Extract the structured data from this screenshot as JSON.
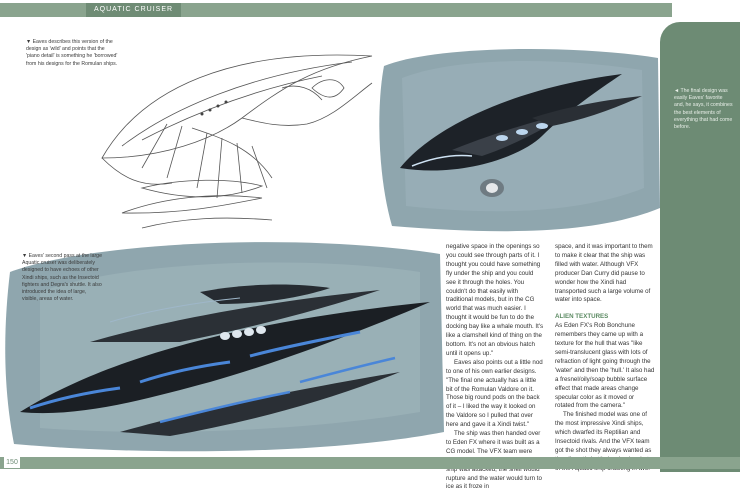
{
  "header": {
    "section_tag": "AQUATIC CRUISER"
  },
  "captions": {
    "sketch": "▼ Eaves describes this version of the design as 'wild' and points that the 'piano detail' is something he 'borrowed' from his designs for the Romulan ships.",
    "painting": "▼ Eaves' second pass at the large Aquatic cruiser was deliberately designed to have echoes of other Xindi ships, such as the Insectoid fighters and Degra's shuttle. It also introduced the idea of large, visible, areas of water.",
    "side": "◄ The final design was easily Eaves' favorite and, he says, it combines the best elements of everything that had come before."
  },
  "body": {
    "col1_paragraphs": [
      "negative space in the openings so you could see through parts of it. I thought you could have something fly under the ship and you could see it through the holes. You couldn't do that easily with traditional models, but in the CG world that was much easier. I thought it would be fun to do the docking bay like a whale mouth. It's like a clamshell kind of thing on the bottom. It's not an obvious hatch until it opens up.\"",
      "Eaves also points out a little nod to one of his own earlier designs. \"The final one actually has a little bit of the Romulan Valdore on it. Those big round pods on the back of it – I liked the way it looked on the Valdore so I pulled that over here and gave it a Xindi twist.\"",
      "The ship was then handed over to Eden FX where it was built as a CG model. The VFX team were excited by the idea that when the ship was attacked, the shell would rupture and the water would turn to ice as it froze in"
    ],
    "col2_paragraphs": [
      "space, and it was important to them to make it clear that the ship was filled with water. Although VFX producer Dan Curry did pause to wonder how the Xindi had transported such a large volume of water into space."
    ],
    "section_heading": "ALIEN TEXTURES",
    "col2_after_heading": [
      "As Eden FX's Rob Bonchune remembers they came up with a texture for the hull that was \"like semi-translucent glass with lots of refraction of light going through the 'water' and then the 'hull.' It also had a fresnel/oily/soap bubble surface effect that made areas change specular color as it moved or rotated from the camera.\"",
      "The finished model was one of the most impressive Xindi ships, which dwarfed its Reptilian and Insectoid rivals. And the VFX team got the shot they always wanted as the climactic battle involved a shot of the Aquatic ship cracking in two."
    ]
  },
  "footer": {
    "page_number": "150"
  },
  "colors": {
    "accent_green": "#6d8b74",
    "heading_green": "#5b8a62",
    "paint_bg": "#8fa6ae"
  }
}
